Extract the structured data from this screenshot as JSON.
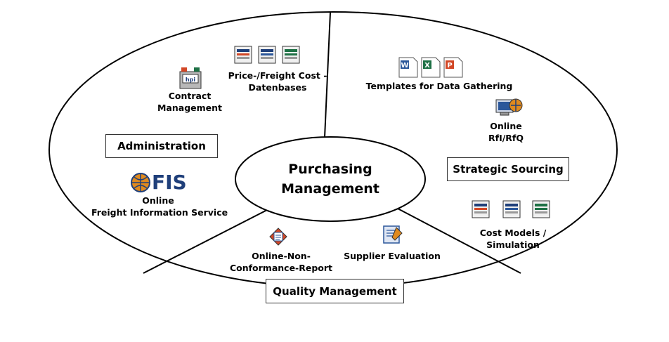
{
  "center": {
    "line1": "Purchasing",
    "line2": "Management"
  },
  "sections": {
    "administration": {
      "box_label": "Administration",
      "items": {
        "contract": {
          "line1": "Contract",
          "line2": "Management"
        },
        "price_db": {
          "line1": "Price-/Freight Cost -",
          "line2": "Datenbases"
        },
        "fis": {
          "logo_text": "FIS",
          "line1": "Online",
          "line2": "Freight Information Service"
        }
      }
    },
    "strategic": {
      "box_label": "Strategic Sourcing",
      "items": {
        "templates": {
          "line1": "Templates for Data Gathering"
        },
        "rfq": {
          "line1": "Online",
          "line2": "RfI/RfQ"
        },
        "cost_models": {
          "line1": "Cost Models /",
          "line2": "Simulation"
        }
      }
    },
    "quality": {
      "box_label": "Quality Management",
      "items": {
        "ncr": {
          "line1": "Online-Non-",
          "line2": "Conformance-Report"
        },
        "supplier_eval": {
          "line1": "Supplier Evaluation"
        }
      }
    }
  },
  "icons": {
    "contract": "hpi-printer-icon",
    "price_db": "spreadsheet-icons",
    "templates": "word-excel-powerpoint-icons",
    "rfq": "globe-computer-icon",
    "cost_models": "spreadsheet-icons",
    "ncr": "report-icon",
    "supplier_eval": "evaluation-icon",
    "fis": "fis-logo"
  },
  "colors": {
    "outline": "#000000",
    "word": "#2b579a",
    "excel": "#1e7145",
    "powerpoint": "#d24726",
    "fis_blue": "#1f3f7a",
    "globe_orange": "#e08a1e"
  }
}
